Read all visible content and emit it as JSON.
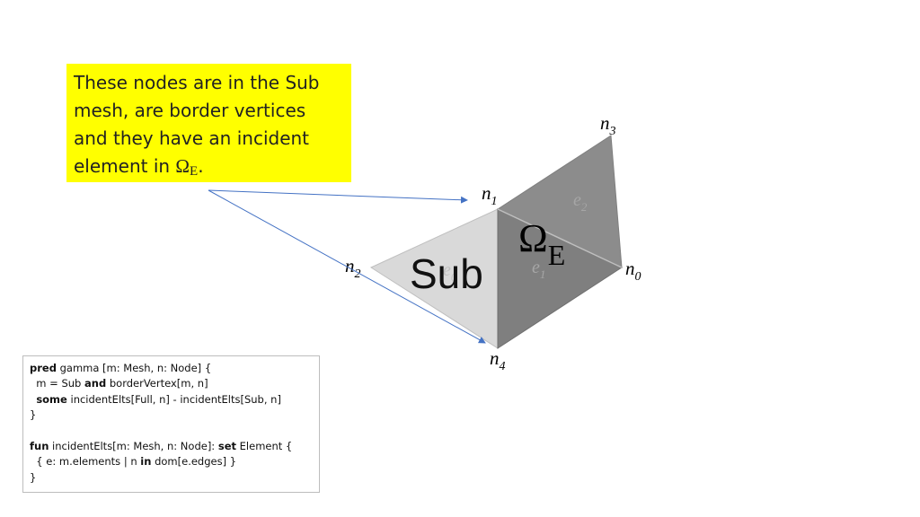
{
  "callout": {
    "text": "These nodes are in the Sub mesh, are border vertices and they have an incident element in ",
    "omega": "Ω",
    "omega_sub": "E",
    "end": "."
  },
  "nodes": {
    "n0": {
      "base": "n",
      "sub": "0"
    },
    "n1": {
      "base": "n",
      "sub": "1"
    },
    "n2": {
      "base": "n",
      "sub": "2"
    },
    "n3": {
      "base": "n",
      "sub": "3"
    },
    "n4": {
      "base": "n",
      "sub": "4"
    }
  },
  "elements": {
    "e0": {
      "base": "e",
      "sub": "0"
    },
    "e1": {
      "base": "e",
      "sub": "1"
    },
    "e2": {
      "base": "e",
      "sub": "2"
    }
  },
  "regions": {
    "sub": "Sub",
    "omega": "Ω",
    "omega_sub": "E"
  },
  "code": {
    "line1": {
      "kw": "pred",
      "rest": " gamma [m: Mesh, n: Node] {"
    },
    "line2": {
      "pre": "  m = Sub ",
      "kw": "and",
      "rest": " borderVertex[m, n]"
    },
    "line3": {
      "pre": "  ",
      "kw": "some",
      "rest": " incidentElts[Full, n] - incidentElts[Sub, n]"
    },
    "line4": "}",
    "line5": {
      "kw": "fun",
      "mid": " incidentElts[m: Mesh, n: Node]: ",
      "kw2": "set",
      "rest": " Element {"
    },
    "line6": {
      "pre": "  { e: m.elements | n ",
      "kw": "in",
      "rest": " dom[e.edges] }"
    },
    "line7": "}"
  },
  "colors": {
    "callout_bg": "#ffff00",
    "sub_triangle": "#d9d9d9",
    "omega_dark": "#7f7f7f",
    "omega_light": "#8c8c8c",
    "arrow": "#4472c4"
  }
}
